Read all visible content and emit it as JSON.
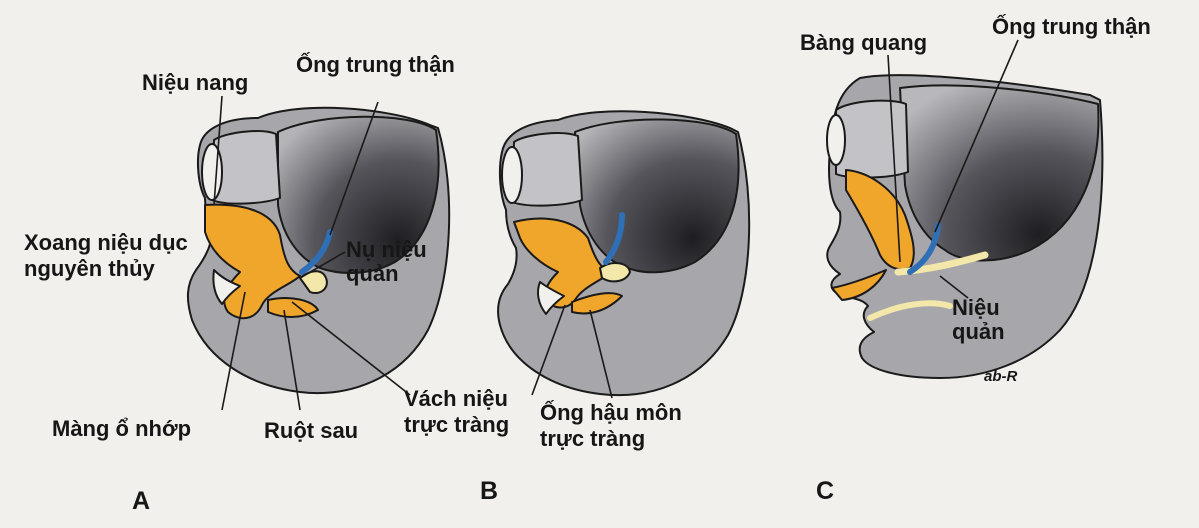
{
  "panels": [
    "A",
    "B",
    "C"
  ],
  "labels": {
    "nieu_nang": "Niệu nang",
    "ong_trung_than_a": "Ống trung thận",
    "xoang_nieu_duc": "Xoang niệu dục\nnguyên thủy",
    "nu_nieu_quan": "Nụ niệu\nquản",
    "mang_o_nhop": "Màng ổ nhớp",
    "ruot_sau": "Ruột sau",
    "vach_nieu_truc_trang": "Vách niệu\ntrực tràng",
    "ong_hau_mon_truc_trang": "Ống hậu môn\ntrực tràng",
    "bang_quang": "Bàng quang",
    "ong_trung_than_c": "Ống trung thận",
    "nieu_quan": "Niệu\nquản",
    "signature": "ab-R"
  },
  "colors": {
    "tissue": "#a6a6ab",
    "cavity_dark": "#2e2e33",
    "endoderm": "#f0a52b",
    "duct": "#2f6fb6",
    "ureter": "#f3e7a9",
    "outline": "#1a1a1a",
    "background": "#f1f0ec"
  }
}
